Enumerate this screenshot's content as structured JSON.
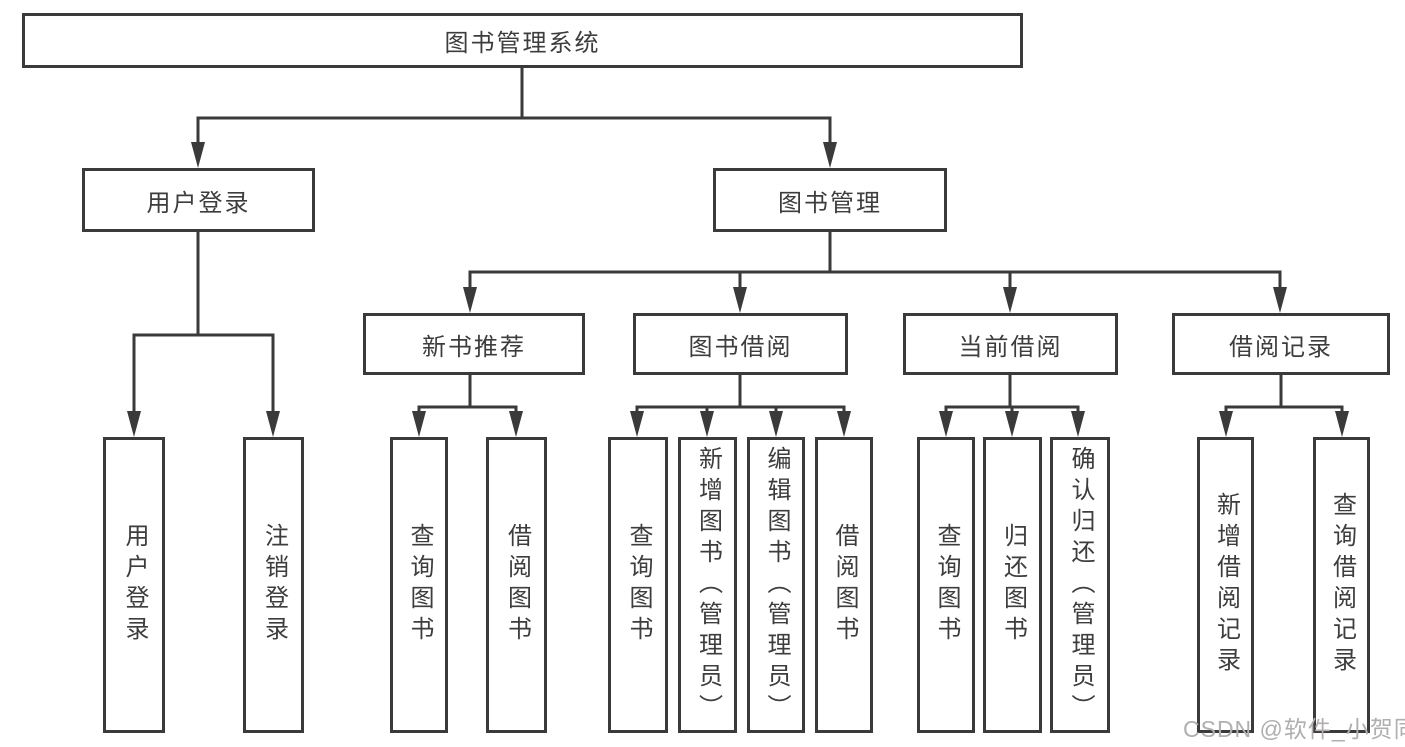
{
  "diagram": {
    "root": {
      "label": "图书管理系统"
    },
    "branches": [
      {
        "label": "用户登录",
        "children": [
          {
            "label": "用户登录"
          },
          {
            "label": "注销登录"
          }
        ]
      },
      {
        "label": "图书管理",
        "children": [
          {
            "label": "新书推荐",
            "children": [
              {
                "label": "查询图书"
              },
              {
                "label": "借阅图书"
              }
            ]
          },
          {
            "label": "图书借阅",
            "children": [
              {
                "label": "查询图书"
              },
              {
                "label": "新增图书（管理员）"
              },
              {
                "label": "编辑图书（管理员）"
              },
              {
                "label": "借阅图书"
              }
            ]
          },
          {
            "label": "当前借阅",
            "children": [
              {
                "label": "查询图书"
              },
              {
                "label": "归还图书"
              },
              {
                "label": "确认归还（管理员）"
              }
            ]
          },
          {
            "label": "借阅记录",
            "children": [
              {
                "label": "新增借阅记录"
              },
              {
                "label": "查询借阅记录"
              }
            ]
          }
        ]
      }
    ]
  },
  "watermark": {
    "text": "CSDN @软件_小贺同学"
  },
  "colors": {
    "line": "#3a3a3a",
    "text": "#3d3d3d",
    "box_fill": "#ffffff",
    "watermark": "#b0aeae",
    "page_bg": "#ffffff"
  }
}
